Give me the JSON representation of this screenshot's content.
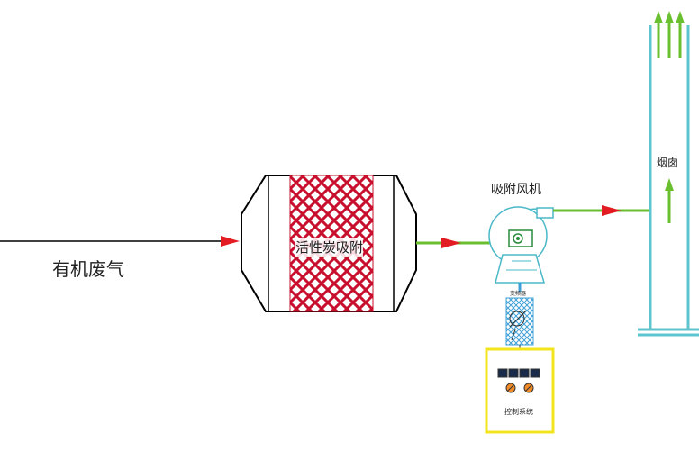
{
  "labels": {
    "inlet": "有机废气",
    "adsorber": "活性炭吸附",
    "fan": "吸附风机",
    "chimney": "烟囱",
    "inverter": "变频器",
    "control": "控制系统"
  },
  "colors": {
    "adsorber_mesh": "#c8102e",
    "pipe_green": "#6abf2e",
    "flow_arrow": "#e31b23",
    "fan_outline": "#4ab8c8",
    "chimney_outline": "#5cc5cf",
    "control_border": "#f2e51f",
    "inverter_mesh": "#3fa0d8"
  },
  "icons": [
    "fan-icon",
    "meter-icon",
    "knob-icon",
    "up-arrow-icon"
  ]
}
